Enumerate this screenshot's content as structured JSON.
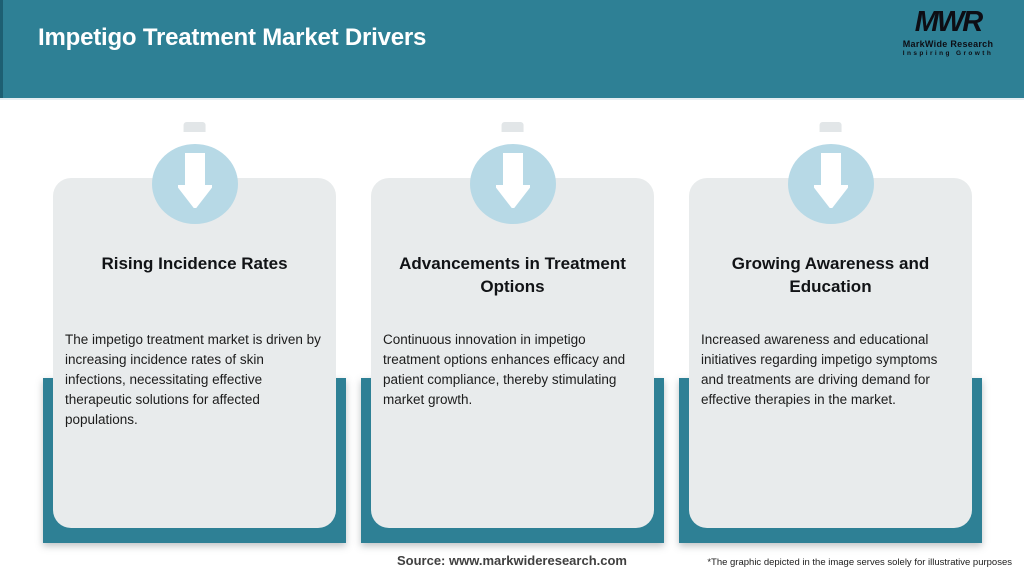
{
  "header": {
    "title": "Impetigo Treatment Market Drivers",
    "logo": {
      "acronym": "MWR",
      "name": "MarkWide Research",
      "tagline": "Inspiring Growth"
    }
  },
  "drivers": [
    {
      "title": "Rising Incidence Rates",
      "description": "The impetigo treatment market is driven by increasing incidence rates of skin infections, necessitating effective therapeutic solutions for affected populations."
    },
    {
      "title": "Advancements in Treatment Options",
      "description": "Continuous innovation in impetigo treatment options enhances efficacy and patient compliance, thereby stimulating market growth."
    },
    {
      "title": "Growing Awareness and Education",
      "description": "Increased awareness and educational initiatives regarding impetigo symptoms and treatments are driving demand for effective therapies in the market."
    }
  ],
  "footer": {
    "source": "Source: www.markwideresearch.com",
    "disclaimer": "*The graphic depicted in the image serves solely for illustrative purposes"
  },
  "colors": {
    "teal": "#2e8095",
    "teal_dark_edge": "#1d5f72",
    "light_blue_circle": "#b7d9e6",
    "card_background": "#e8ebec",
    "logo_text": "#0d0d14",
    "header_text": "#ffffff"
  }
}
